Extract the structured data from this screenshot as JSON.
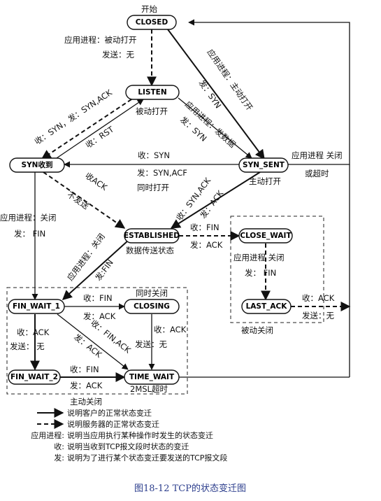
{
  "top_label": "开始",
  "states": {
    "closed": "CLOSED",
    "listen": "LISTEN",
    "syn_rcvd": "SYN收到",
    "syn_sent": "SYN_SENT",
    "established": "ESTABLISHED",
    "close_wait": "CLOSE_WAIT",
    "last_ack": "LAST_ACK",
    "fin_wait_1": "FIN_WAIT_1",
    "closing": "CLOSING",
    "fin_wait_2": "FIN_WAIT_2",
    "time_wait": "TIME_WAIT"
  },
  "labels": {
    "closed_listen_1": "应用进程：被动打开",
    "closed_listen_2": "发送：无",
    "closed_synsent_1": "应用进程：主动打开",
    "closed_synsent_2": "发：SYN",
    "listen_synrcvd": "收：SYN，发：SYN,ACK",
    "listen_passive": "被动打开",
    "synrcvd_listen": "收：RST",
    "listen_synsent_1": "应用进程：发数据",
    "listen_synsent_2": "发：SYN",
    "synsent_synrcvd_1": "收：SYN",
    "synsent_synrcvd_2": "发：SYN,ACF",
    "simul_open": "同时打开",
    "active_open": "主动打开",
    "synsent_close_1": "应用进程 关闭",
    "synsent_close_2": "或超时",
    "synrcvd_est_1": "收ACK",
    "synrcvd_est_2": "不发送",
    "synsent_est_1": "收：SYN,ACK",
    "synsent_est_2": "发：ACK",
    "synrcvd_fw1_1": "应用进程：关闭",
    "synrcvd_fw1_2": "发：  FIN",
    "est_fw1_1": "应用进程：关闭",
    "est_fw1_2": "发:FIN",
    "est_label": "数据传送状态",
    "est_cw_1": "收：FIN",
    "est_cw_2": "发：ACK",
    "cw_la_1": "应用进程  关闭",
    "cw_la_2": "发：  FIN",
    "la_closed_1": "收：ACK",
    "la_closed_2": "发送：无",
    "passive_close": "被动关闭",
    "fw1_closing_1": "收：FIN",
    "fw1_closing_2": "发：ACK",
    "simul_close": "同时关闭",
    "fw1_fw2_1": "收：ACK",
    "fw1_fw2_2": "发送：  无",
    "fw1_tw_1": "收：FIN,ACK",
    "fw1_tw_2": "发：ACK",
    "closing_tw_1": "收：ACK",
    "closing_tw_2": "发送：无",
    "fw2_tw_1": "收：FIN",
    "fw2_tw_2": "发：ACK",
    "msl": "2MSL超时",
    "active_close": "主动关闭"
  },
  "legend": {
    "client": "说明客户的正常状态变迁",
    "server": "说明服务器的正常状态变迁",
    "app_key": "应用进程:",
    "app_desc": "说明当应用执行某种操作时发生的状态变迁",
    "recv_key": "收:",
    "recv_desc": "说明当收到TCP报文段时状态的变迁",
    "send_key": "发:",
    "send_desc": "说明为了进行某个状态变迁要发送的TCP报文段"
  },
  "caption": "图18-12   TCP的状态变迁图"
}
